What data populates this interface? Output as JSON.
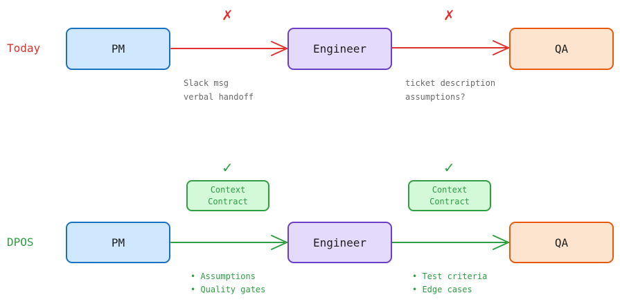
{
  "today": {
    "label": "Today",
    "pm": "PM",
    "engineer": "Engineer",
    "qa": "QA",
    "fail_mark": "✗",
    "note_left": [
      "Slack msg",
      "verbal handoff"
    ],
    "note_right": [
      "ticket description",
      "assumptions?"
    ]
  },
  "dpos": {
    "label": "DPOS",
    "pm": "PM",
    "engineer": "Engineer",
    "qa": "QA",
    "ok_mark": "✓",
    "contract_left": [
      "Context",
      "Contract"
    ],
    "contract_right": [
      "Context",
      "Contract"
    ],
    "bullets_left": [
      "• Assumptions",
      "• Quality gates"
    ],
    "bullets_right": [
      "• Test criteria",
      "• Edge cases"
    ]
  },
  "colors": {
    "today_red": "#e03131",
    "dpos_green": "#2f9e44",
    "pm_blue": "#1971c2",
    "engineer_purple": "#6a3fc8",
    "qa_orange": "#e8590c"
  }
}
